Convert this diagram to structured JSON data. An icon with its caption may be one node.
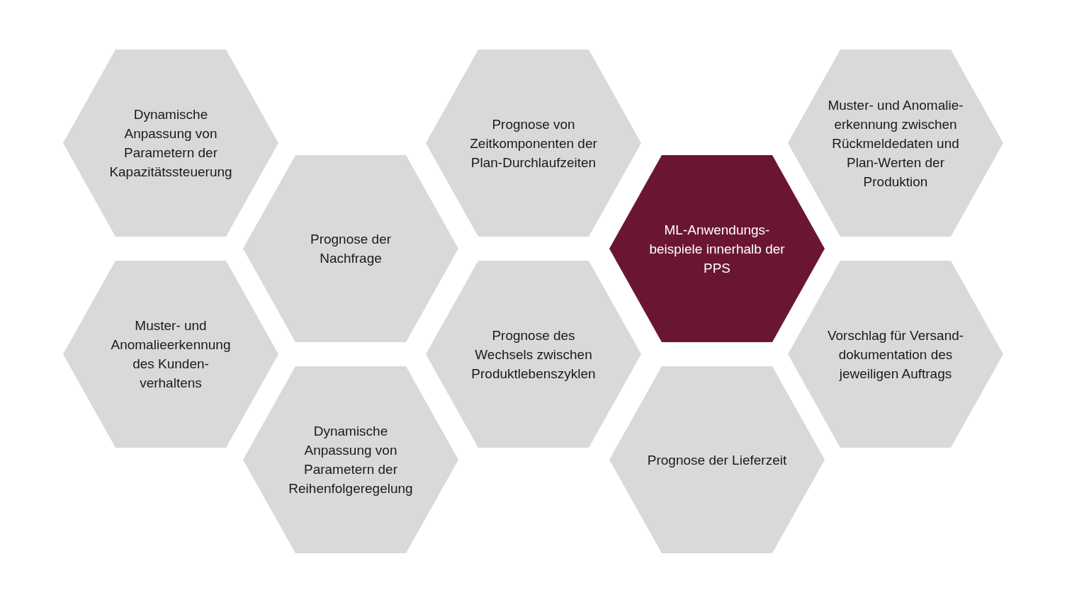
{
  "diagram": {
    "nodes": [
      {
        "text": [
          "Dynamische Anpassung von Parametern der Kapazitätssteuerung"
        ]
      },
      {
        "text": [
          "Muster- und Anomalieerkennung des Kunden- verhaltens"
        ]
      },
      {
        "text": [
          "Prognose der Nachfrage"
        ]
      },
      {
        "text": [
          "Dynamische Anpassung von Parametern der Reihenfolgeregelung"
        ]
      },
      {
        "text": [
          "Prognose von Zeitkomponenten der Plan-Durchlaufzeiten"
        ]
      },
      {
        "text": [
          "Prognose des Wechsels zwischen Produktlebenszyklen"
        ]
      },
      {
        "text": [
          "ML-Anwendungs- beispiele innerhalb der PPS"
        ]
      },
      {
        "text": [
          "Prognose der Lieferzeit"
        ]
      },
      {
        "text": [
          "Muster- und Anomalie- erkennung zwischen Rückmeldedaten und Plan-Werten der Produktion"
        ]
      },
      {
        "text": [
          "Vorschlag für Versand- dokumentation des jeweiligen Auftrags"
        ]
      }
    ]
  }
}
